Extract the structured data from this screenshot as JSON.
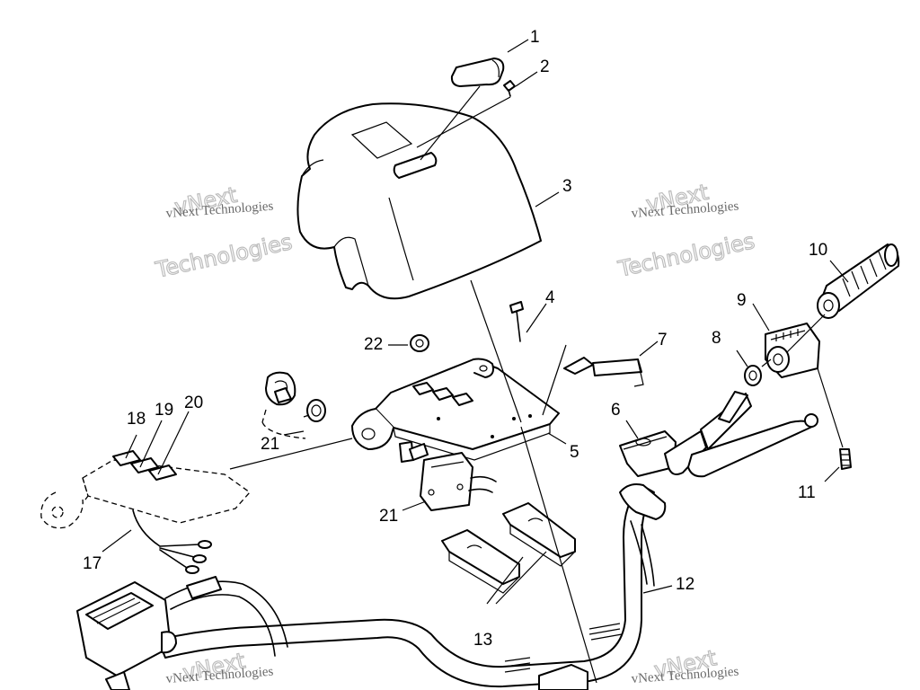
{
  "callouts": {
    "c1": "1",
    "c2": "2",
    "c3": "3",
    "c4": "4",
    "c5": "5",
    "c6": "6",
    "c7": "7",
    "c8": "8",
    "c9": "9",
    "c10": "10",
    "c11": "11",
    "c12": "12",
    "c13": "13",
    "c17": "17",
    "c18": "18",
    "c19": "19",
    "c20": "20",
    "c21a": "21",
    "c21b": "21",
    "c22": "22"
  },
  "watermark": {
    "brand": "vNext Technologies",
    "word1": "vNext",
    "word2": "Technologies"
  }
}
